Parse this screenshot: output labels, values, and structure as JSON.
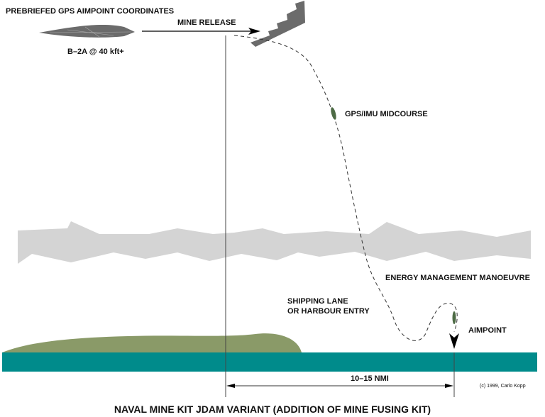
{
  "labels": {
    "prebriefed": "PREBRIEFED GPS AIMPOINT COORDINATES",
    "mine_release": "MINE RELEASE",
    "aircraft": "B–2A @ 40 kft+",
    "midcourse": "GPS/IMU MIDCOURSE",
    "energy": "ENERGY MANAGEMENT MANOEUVRE",
    "shipping_line1": "SHIPPING LANE",
    "shipping_line2": "OR HARBOUR ENTRY",
    "aimpoint": "AIMPOINT",
    "range": "10–15 NMI",
    "copyright": "(c) 1999, Carlo Kopp",
    "title": "NAVAL MINE KIT JDAM VARIANT (ADDITION OF MINE FUSING KIT)"
  },
  "colors": {
    "aircraft": "#6b6b6b",
    "cloud": "#d4d4d4",
    "land": "#8a9a68",
    "water": "#008b8b",
    "weapon": "#4d6b45"
  }
}
